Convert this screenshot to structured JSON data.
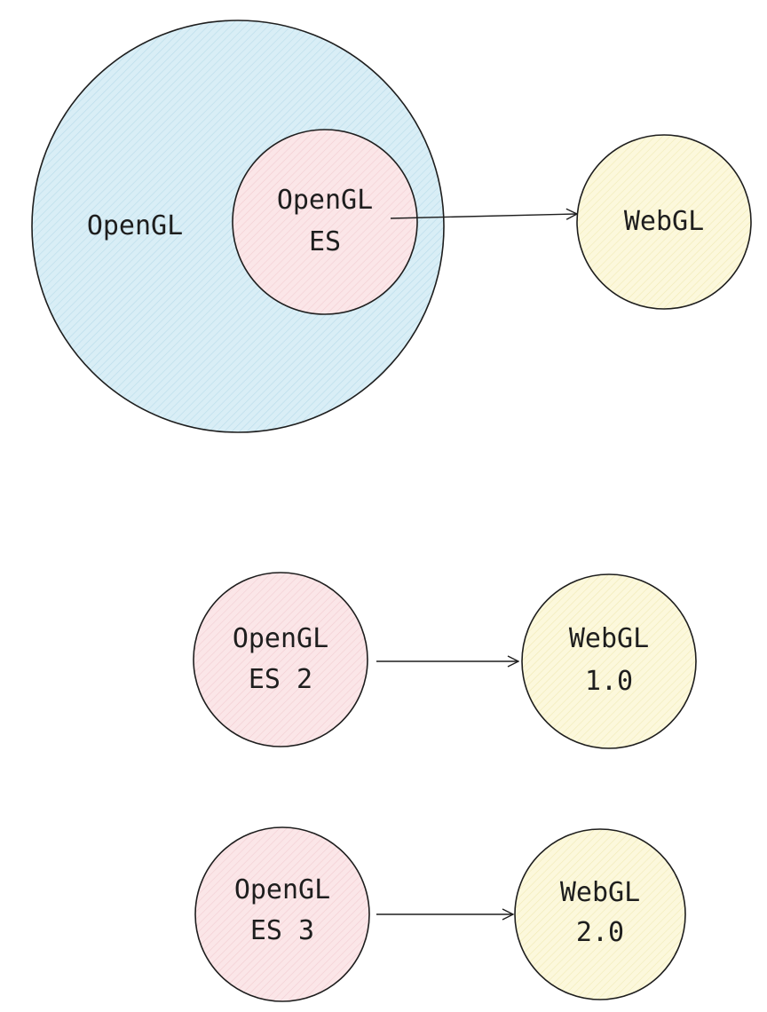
{
  "colors": {
    "opengl_fill": "#d3ecf5",
    "opengl_es_fill": "#fbe3e6",
    "webgl_fill": "#fbf6d6",
    "stroke": "#1e1e1e",
    "background": "#ffffff"
  },
  "nodes": {
    "opengl": {
      "label": "OpenGL"
    },
    "opengl_es": {
      "line1": "OpenGL",
      "line2": "ES"
    },
    "webgl": {
      "label": "WebGL"
    },
    "opengl_es2": {
      "line1": "OpenGL",
      "line2": "ES 2"
    },
    "webgl1": {
      "line1": "WebGL",
      "line2": "1.0"
    },
    "opengl_es3": {
      "line1": "OpenGL",
      "line2": "ES 3"
    },
    "webgl2": {
      "line1": "WebGL",
      "line2": "2.0"
    }
  },
  "edges": [
    {
      "from": "opengl_es",
      "to": "webgl"
    },
    {
      "from": "opengl_es2",
      "to": "webgl1"
    },
    {
      "from": "opengl_es3",
      "to": "webgl2"
    }
  ]
}
